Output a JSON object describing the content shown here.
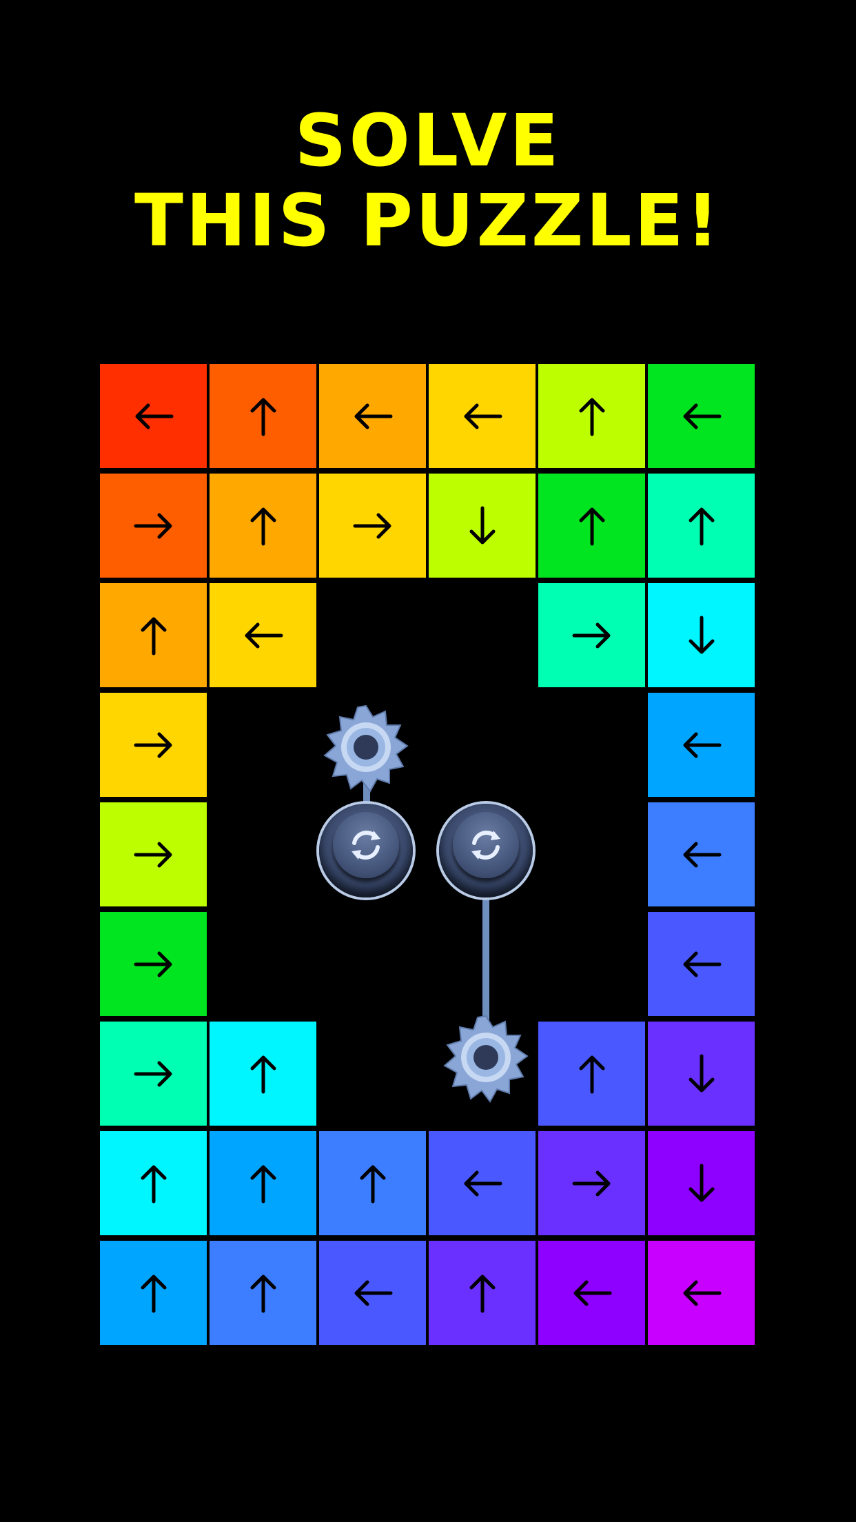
{
  "title": {
    "line1": "SOLVE",
    "line2": "THIS PUZZLE!"
  },
  "grid": {
    "rows": 9,
    "cols": 6,
    "cells": [
      [
        {
          "dir": "left",
          "color": "#ff2f00"
        },
        {
          "dir": "up",
          "color": "#ff5e00"
        },
        {
          "dir": "left",
          "color": "#ffa800"
        },
        {
          "dir": "left",
          "color": "#ffd600"
        },
        {
          "dir": "up",
          "color": "#bdff00"
        },
        {
          "dir": "left",
          "color": "#00e51f"
        }
      ],
      [
        {
          "dir": "right",
          "color": "#ff5e00"
        },
        {
          "dir": "up",
          "color": "#ffa800"
        },
        {
          "dir": "right",
          "color": "#ffd600"
        },
        {
          "dir": "down",
          "color": "#bdff00"
        },
        {
          "dir": "up",
          "color": "#00e51f"
        },
        {
          "dir": "up",
          "color": "#00ffb2"
        }
      ],
      [
        {
          "dir": "up",
          "color": "#ffa800"
        },
        {
          "dir": "left",
          "color": "#ffd600"
        },
        null,
        null,
        {
          "dir": "right",
          "color": "#00ffb2"
        },
        {
          "dir": "down",
          "color": "#00f6ff"
        }
      ],
      [
        {
          "dir": "right",
          "color": "#ffd600"
        },
        null,
        null,
        null,
        null,
        {
          "dir": "left",
          "color": "#00a5ff"
        }
      ],
      [
        {
          "dir": "right",
          "color": "#bdff00"
        },
        null,
        null,
        null,
        null,
        {
          "dir": "left",
          "color": "#3c7eff"
        }
      ],
      [
        {
          "dir": "right",
          "color": "#00e51f"
        },
        null,
        null,
        null,
        null,
        {
          "dir": "left",
          "color": "#4a58ff"
        }
      ],
      [
        {
          "dir": "right",
          "color": "#00ffb2"
        },
        {
          "dir": "up",
          "color": "#00f6ff"
        },
        null,
        null,
        {
          "dir": "up",
          "color": "#4a58ff"
        },
        {
          "dir": "down",
          "color": "#6a30ff"
        }
      ],
      [
        {
          "dir": "up",
          "color": "#00f6ff"
        },
        {
          "dir": "up",
          "color": "#00a5ff"
        },
        {
          "dir": "up",
          "color": "#3c7eff"
        },
        {
          "dir": "left",
          "color": "#4a58ff"
        },
        {
          "dir": "right",
          "color": "#6a30ff"
        },
        {
          "dir": "down",
          "color": "#8e00ff"
        }
      ],
      [
        {
          "dir": "up",
          "color": "#00a5ff"
        },
        {
          "dir": "up",
          "color": "#3c7eff"
        },
        {
          "dir": "left",
          "color": "#4a58ff"
        },
        {
          "dir": "up",
          "color": "#6a30ff"
        },
        {
          "dir": "left",
          "color": "#8e00ff"
        },
        {
          "dir": "left",
          "color": "#c800ff"
        }
      ]
    ]
  },
  "rotators": [
    {
      "name": "rotator-button-left",
      "icon": "rotate-icon"
    },
    {
      "name": "rotator-button-right",
      "icon": "rotate-icon"
    }
  ],
  "gears": [
    {
      "name": "gear-top-left",
      "icon": "gear-icon"
    },
    {
      "name": "gear-bottom-right",
      "icon": "gear-icon"
    }
  ]
}
